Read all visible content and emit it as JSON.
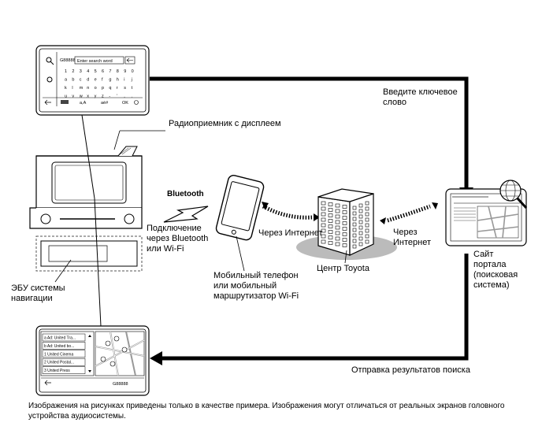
{
  "labels": {
    "enter_keyword_line1": "Введите ключевое",
    "enter_keyword_line2": "слово",
    "radio_receiver": "Радиоприемник с дисплеем",
    "bt_connection_line1": "Подключение",
    "bt_connection_line2": "через Bluetooth",
    "bt_connection_line3": "или Wi-Fi",
    "via_internet_left": "Через Интернет",
    "via_internet_right_line1": "Через",
    "via_internet_right_line2": "Интернет",
    "toyota_center": "Центр Toyota",
    "portal_line1": "Сайт",
    "portal_line2": "портала",
    "portal_line3": "(поисковая",
    "portal_line4": "система)",
    "nav_ecu_line1": "ЭБУ системы",
    "nav_ecu_line2": "навигации",
    "mobile_line1": "Мобильный телефон",
    "mobile_line2": "или мобильный",
    "mobile_line3": "маршрутизатор Wi-Fi",
    "search_results": "Отправка результатов поиска",
    "bluetooth_logo": "Bluetooth"
  },
  "keyboard_screen": {
    "logo": "G88888",
    "placeholder": "Enter search word",
    "rows": [
      [
        "1",
        "2",
        "3",
        "4",
        "5",
        "6",
        "7",
        "8",
        "9",
        "0"
      ],
      [
        "a",
        "b",
        "c",
        "d",
        "e",
        "f",
        "g",
        "h",
        "i",
        "j"
      ],
      [
        "k",
        "l",
        "m",
        "n",
        "o",
        "p",
        "q",
        "r",
        "s",
        "t"
      ],
      [
        "u",
        "v",
        "w",
        "x",
        "y",
        "z",
        "-",
        "'",
        ",",
        "."
      ]
    ],
    "bottom_keys": [
      "a,A",
      "aé#",
      "OK"
    ]
  },
  "results_screen": {
    "items": [
      "a Ad: United Tra...",
      "b Ad: United bo...",
      "1 United Cinema",
      "2 United Postal...",
      "3 United Press"
    ],
    "logo": "G88888"
  },
  "footnote": "Изображения на рисунках приведены только в качестве примера. Изображения могут отличаться от реальных экранов головного устройства аудиосистемы.",
  "colors": {
    "line": "#000000",
    "outline_gray": "#888888"
  }
}
